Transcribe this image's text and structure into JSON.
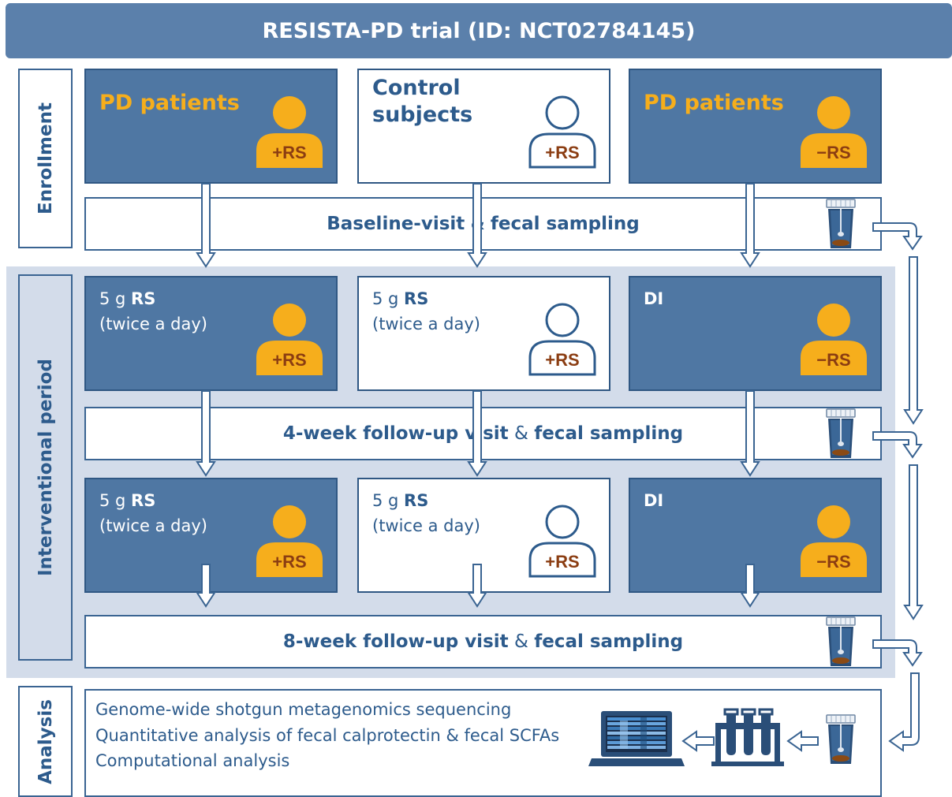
{
  "title": "RESISTA-PD trial (ID: NCT02784145)",
  "phases": {
    "enrollment": "Enrollment",
    "interventional": "Interventional period",
    "analysis": "Analysis"
  },
  "enrollment_cards": [
    {
      "title": "PD patients",
      "badge": "+RS"
    },
    {
      "title": "Control subjects",
      "badge": "+RS"
    },
    {
      "title": "PD patients",
      "badge": "−RS"
    }
  ],
  "visits": {
    "baseline": {
      "bold1": "Baseline-visit",
      "sep": " & ",
      "bold2": "fecal sampling"
    },
    "week4": {
      "bold1": "4-week follow-up visit",
      "sep": " & ",
      "bold2": "fecal sampling"
    },
    "week8": {
      "bold1": "8-week follow-up visit",
      "sep": " & ",
      "bold2": "fecal sampling"
    }
  },
  "intervention_cards": [
    {
      "dose_prefix": "5 g ",
      "dose_bold": "RS",
      "frequency": "(twice a day)",
      "badge": "+RS"
    },
    {
      "dose_prefix": "5 g ",
      "dose_bold": "RS",
      "frequency": "(twice a day)",
      "badge": "+RS"
    },
    {
      "dose_prefix": "",
      "dose_bold": "DI",
      "frequency": "",
      "badge": "−RS"
    }
  ],
  "analysis_lines": [
    "Genome-wide shotgun metagenomics sequencing",
    "Quantitative analysis of fecal calprotectin & fecal SCFAs",
    "Computational analysis"
  ],
  "colors": {
    "title_bg": "#5b80ab",
    "dark_card": "#4f77a3",
    "accent_orange": "#f6ae1c",
    "badge_text": "#8b3d12",
    "navy_text": "#2d5b8c",
    "band_bg": "#d3dcea"
  },
  "icons": [
    "person-icon",
    "specimen-cup-icon",
    "test-tubes-icon",
    "laptop-heatmap-icon",
    "arrow-down-icon",
    "arrow-left-icon"
  ]
}
